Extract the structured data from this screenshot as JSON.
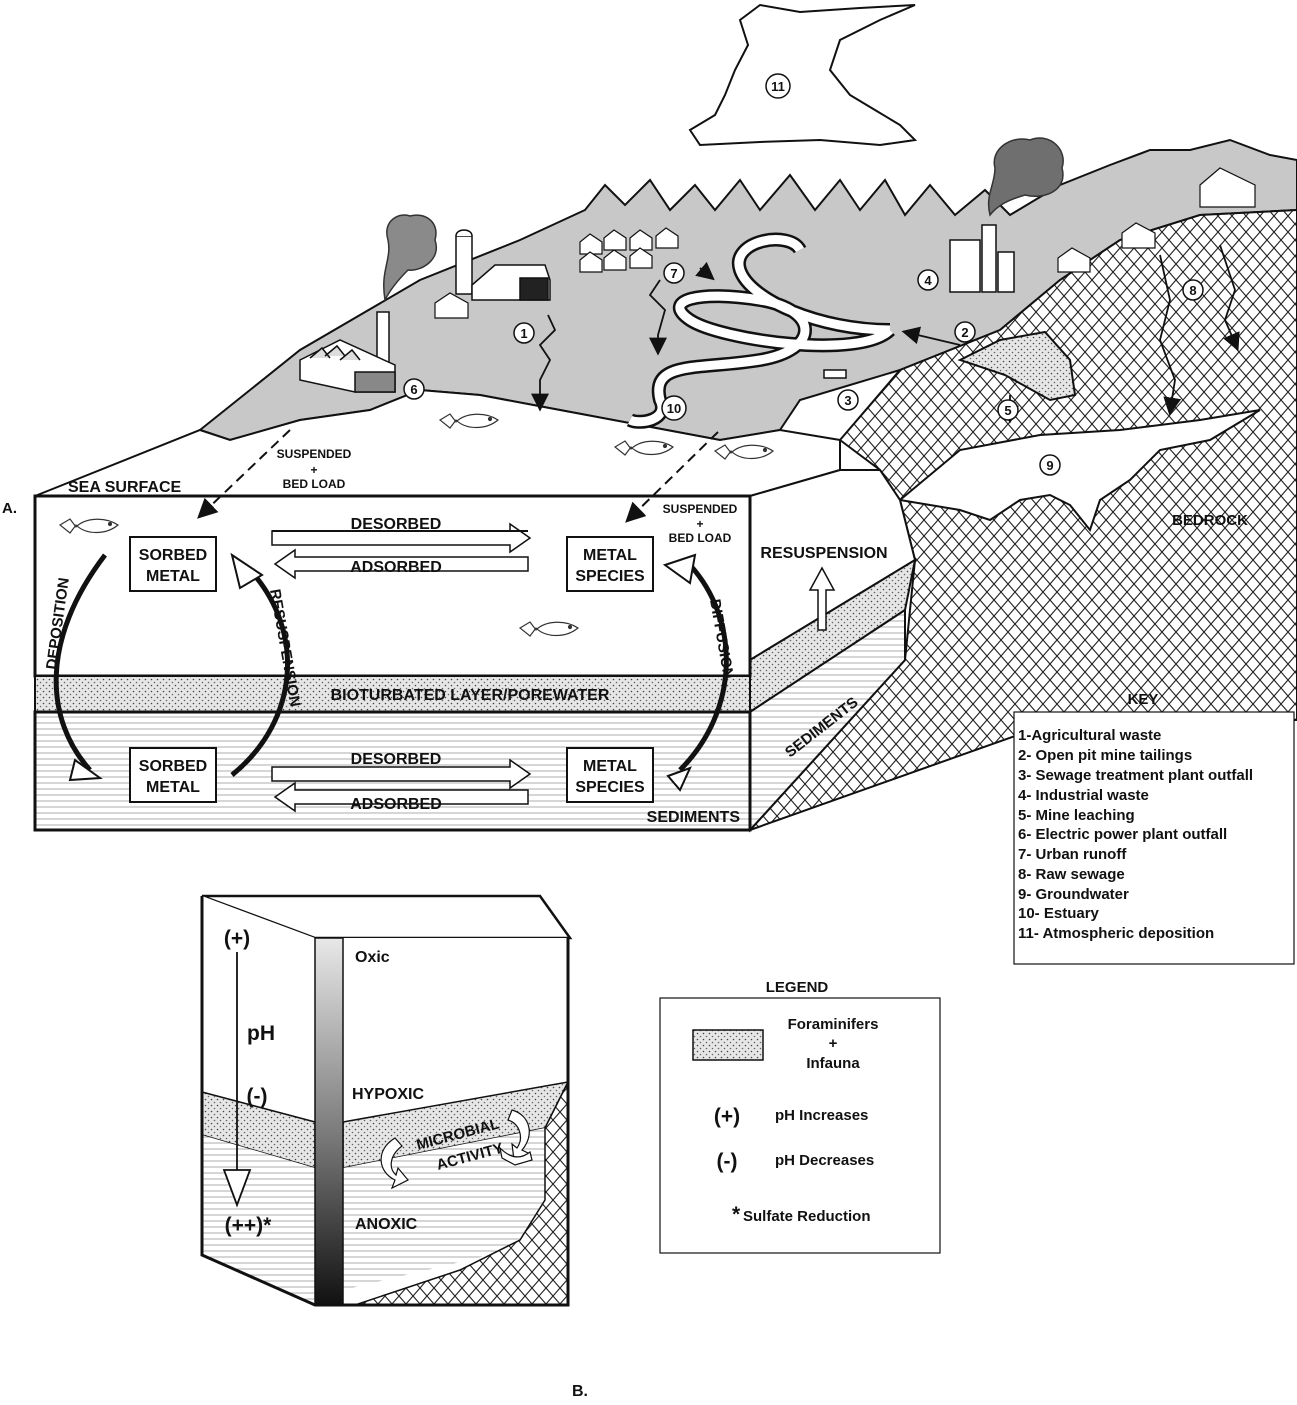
{
  "figure": {
    "panel_a": "A.",
    "panel_b": "B.",
    "sea_surface": "SEA SURFACE",
    "suspended_top": [
      "SUSPENDED",
      "+",
      "BED LOAD"
    ],
    "suspended_right": [
      "SUSPENDED",
      "+",
      "BED LOAD"
    ],
    "sorbed_metal_top": [
      "SORBED",
      "METAL"
    ],
    "metal_species_top": [
      "METAL",
      "SPECIES"
    ],
    "sorbed_metal_bottom": [
      "SORBED",
      "METAL"
    ],
    "metal_species_bottom": [
      "METAL",
      "SPECIES"
    ],
    "desorbed": "DESORBED",
    "adsorbed": "ADSORBED",
    "deposition": "DEPOSITION",
    "resuspension_curve": "RESUSPENSION",
    "diffusion": "DIFFUSION",
    "bioturbated": "BIOTURBATED LAYER/POREWATER",
    "sediments_front": "SEDIMENTS",
    "sediments_side": "SEDIMENTS",
    "resuspension_side": "RESUSPENSION",
    "bedrock": "BEDROCK",
    "sources": [
      "1",
      "2",
      "3",
      "4",
      "5",
      "6",
      "7",
      "8",
      "9",
      "10",
      "11"
    ]
  },
  "key": {
    "title": "KEY",
    "items": [
      "1-Agricultural waste",
      "2- Open pit mine tailings",
      "3- Sewage treatment plant outfall",
      "4- Industrial waste",
      "5- Mine leaching",
      "6- Electric power plant outfall",
      "7- Urban runoff",
      "8- Raw sewage",
      "9- Groundwater",
      "10- Estuary",
      "11- Atmospheric deposition"
    ]
  },
  "legend": {
    "title": "LEGEND",
    "foram": [
      "Foraminifers",
      "+",
      "Infauna"
    ],
    "plus_symbol": "(+)",
    "plus_text": "pH Increases",
    "minus_symbol": "(-)",
    "minus_text": "pH Decreases",
    "asterisk": "*",
    "asterisk_text": "Sulfate Reduction"
  },
  "column": {
    "plus": "(+)",
    "ph": "pH",
    "minus": "(-)",
    "plusplus": "(++)*",
    "oxic": "Oxic",
    "hypoxic": "HYPOXIC",
    "anoxic": "ANOXIC",
    "microbial": "MICROBIAL",
    "activity": "ACTIVITY"
  },
  "colors": {
    "land": "#c8c8c8",
    "smoke": "#8a8a8a",
    "line": "#111111"
  }
}
